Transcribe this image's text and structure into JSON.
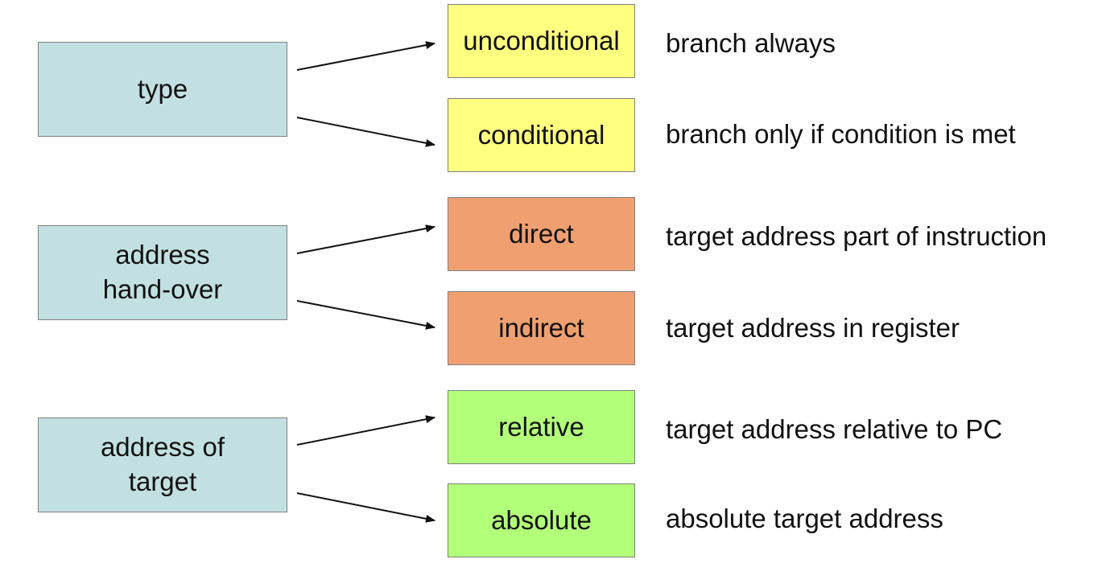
{
  "colors": {
    "category_fill": "#c2e0e2",
    "group_type_fill": "#ffff80",
    "group_address_fill": "#f0a070",
    "group_target_fill": "#b2ff7a",
    "border": "#7f7f7f",
    "arrow": "#111111"
  },
  "categories": [
    {
      "label_lines": [
        "type"
      ],
      "options": [
        {
          "label": "unconditional",
          "description": "branch always"
        },
        {
          "label": "conditional",
          "description": "branch only if condition is met"
        }
      ]
    },
    {
      "label_lines": [
        "address",
        "hand-over"
      ],
      "options": [
        {
          "label": "direct",
          "description": "target address part of instruction"
        },
        {
          "label": "indirect",
          "description": "target address in register"
        }
      ]
    },
    {
      "label_lines": [
        "address of",
        "target"
      ],
      "options": [
        {
          "label": "relative",
          "description": "target address relative to PC"
        },
        {
          "label": "absolute",
          "description": "absolute target address"
        }
      ]
    }
  ]
}
